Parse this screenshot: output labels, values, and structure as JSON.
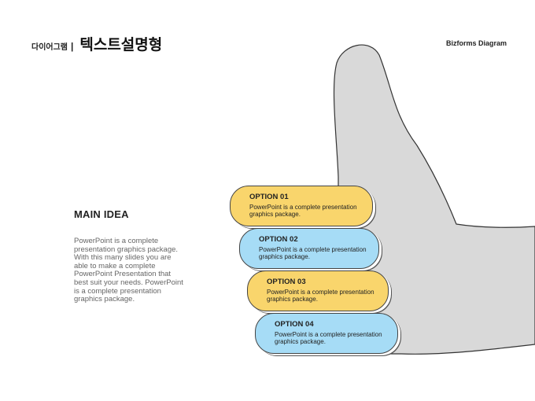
{
  "header": {
    "category": "다이어그램",
    "separator": "|",
    "title": "텍스트설명형",
    "brand": "Bizforms Diagram"
  },
  "main": {
    "title": "MAIN IDEA",
    "body": "PowerPoint is a complete presentation graphics package. With this many slides you are able to make a complete PowerPoint Presentation that best suit your needs. PowerPoint is a complete presentation graphics package."
  },
  "options": [
    {
      "title": "OPTION 01",
      "text": "PowerPoint is a complete presentation graphics package.",
      "color": "#f9d56c"
    },
    {
      "title": "OPTION 02",
      "text": "PowerPoint is a complete presentation graphics package.",
      "color": "#a6dcf6"
    },
    {
      "title": "OPTION 03",
      "text": "PowerPoint is a complete presentation graphics package.",
      "color": "#f9d56c"
    },
    {
      "title": "OPTION 04",
      "text": "PowerPoint is a complete presentation graphics package.",
      "color": "#a6dcf6"
    }
  ],
  "colors": {
    "hand_fill": "#d9d9d9",
    "hand_stroke": "#333333"
  },
  "icons": {
    "hand": "thumbs-up-icon"
  }
}
